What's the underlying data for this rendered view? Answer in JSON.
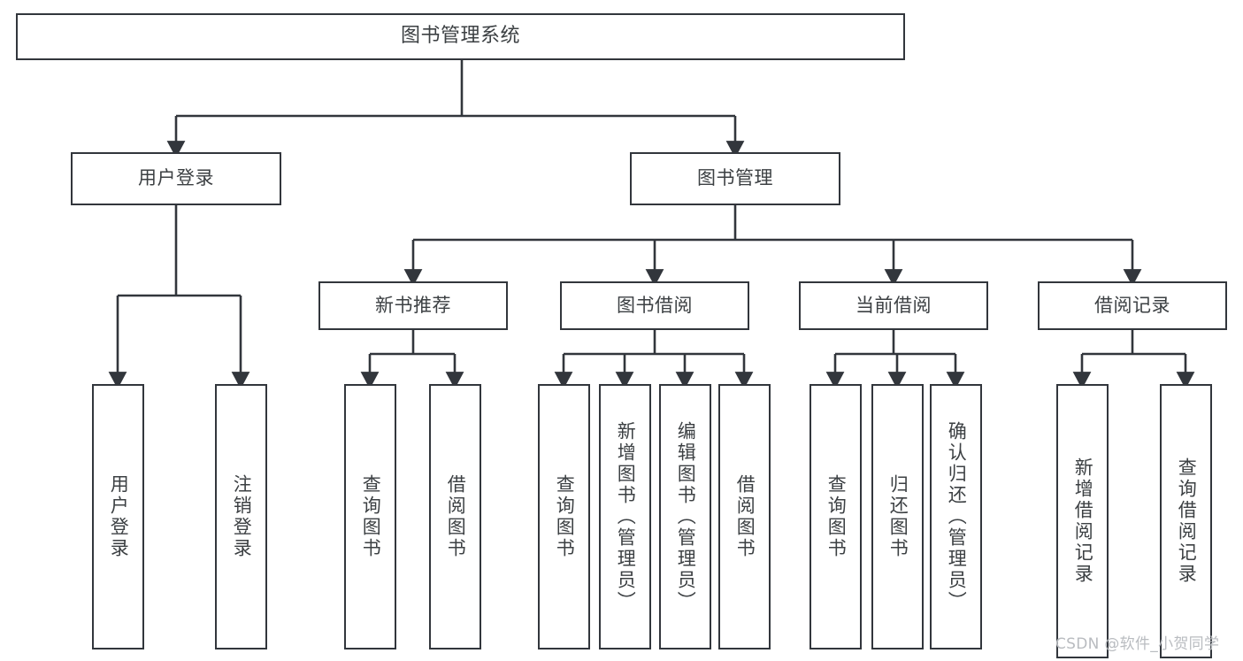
{
  "diagram": {
    "title": "图书管理系统",
    "type": "tree-hierarchy-chart",
    "levels": 4,
    "root": {
      "label": "图书管理系统"
    },
    "level2": [
      {
        "label": "用户登录"
      },
      {
        "label": "图书管理"
      }
    ],
    "level3": [
      {
        "label": "新书推荐"
      },
      {
        "label": "图书借阅"
      },
      {
        "label": "当前借阅"
      },
      {
        "label": "借阅记录"
      }
    ],
    "leaves": [
      {
        "label": "用户登录"
      },
      {
        "label": "注销登录"
      },
      {
        "label": "查询图书"
      },
      {
        "label": "借阅图书"
      },
      {
        "label": "查询图书"
      },
      {
        "label": "新增图书（管理员）"
      },
      {
        "label": "编辑图书（管理员）"
      },
      {
        "label": "借阅图书"
      },
      {
        "label": "查询图书"
      },
      {
        "label": "归还图书"
      },
      {
        "label": "确认归还（管理员）"
      },
      {
        "label": "新增借阅记录"
      },
      {
        "label": "查询借阅记录"
      }
    ]
  },
  "watermark": {
    "text": "CSDN @软件_小贺同学"
  },
  "colors": {
    "border": "#32363c",
    "text": "#3c4043",
    "background": "#ffffff",
    "watermark": "#b9bcc0"
  }
}
